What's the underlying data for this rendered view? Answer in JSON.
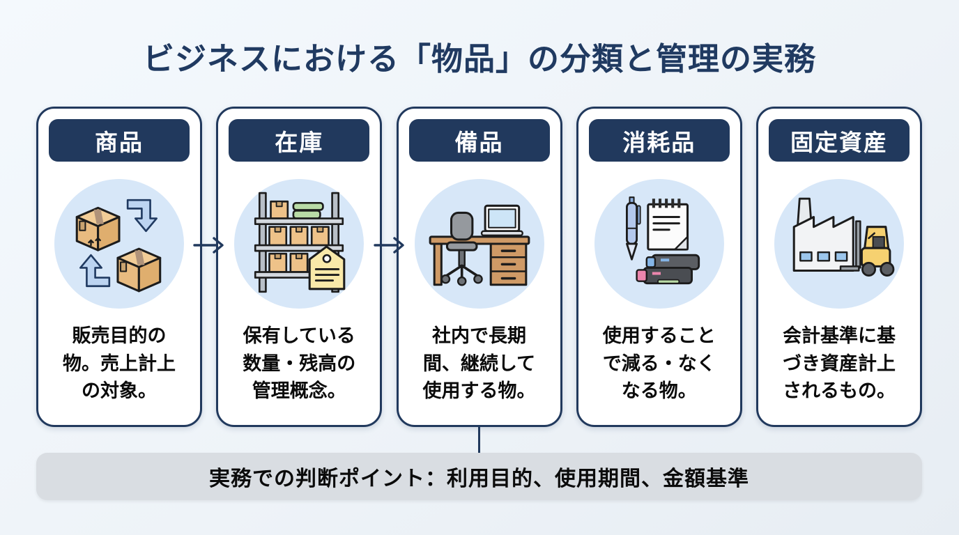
{
  "title": "ビジネスにおける「物品」の分類と管理の実務",
  "colors": {
    "navy": "#21395d",
    "card_background": "#ffffff",
    "icon_circle": "#d7e7f8",
    "footer_background": "#d9dde2",
    "body_text": "#0b0b0b"
  },
  "cards": [
    {
      "label": "商品",
      "icon": "boxes-exchange-icon",
      "description": "販売目的の物。売上計上の対象。"
    },
    {
      "label": "在庫",
      "icon": "shelf-inventory-icon",
      "description": "保有している数量・残高の管理概念。"
    },
    {
      "label": "備品",
      "icon": "desk-chair-icon",
      "description": "社内で長期間、継続して使用する物。"
    },
    {
      "label": "消耗品",
      "icon": "pen-notepad-toner-icon",
      "description": "使用することで減る・なくなる物。"
    },
    {
      "label": "固定資産",
      "icon": "factory-forklift-icon",
      "description": "会計基準に基づき資産計上されるもの。"
    }
  ],
  "footer": {
    "text": "実務での判断ポイント：利用目的、使用期間、金額基準"
  }
}
